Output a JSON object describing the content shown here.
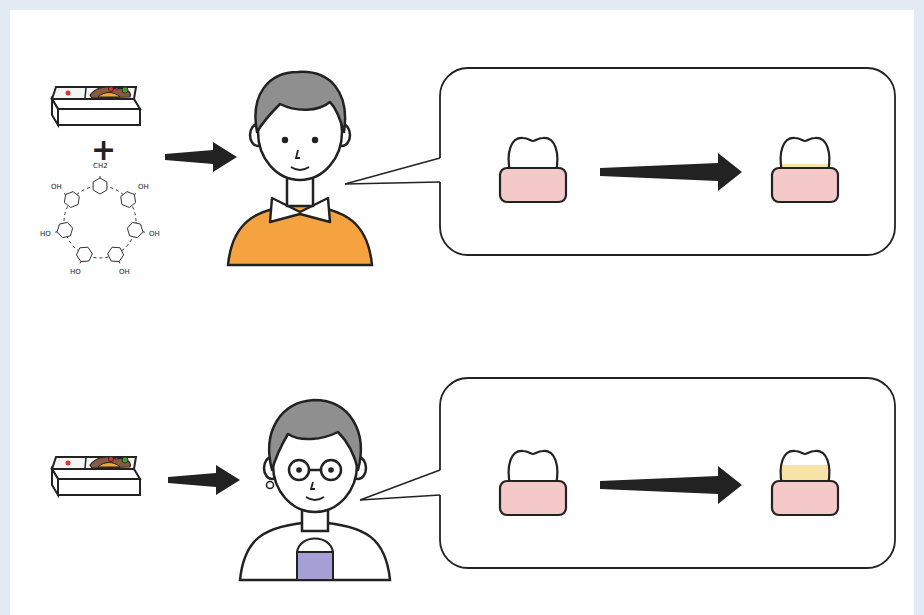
{
  "diagram": {
    "labels": [
      "+",
      "CH2",
      "OH",
      "OH",
      "OH",
      "HO",
      "HO",
      "OH"
    ]
  }
}
